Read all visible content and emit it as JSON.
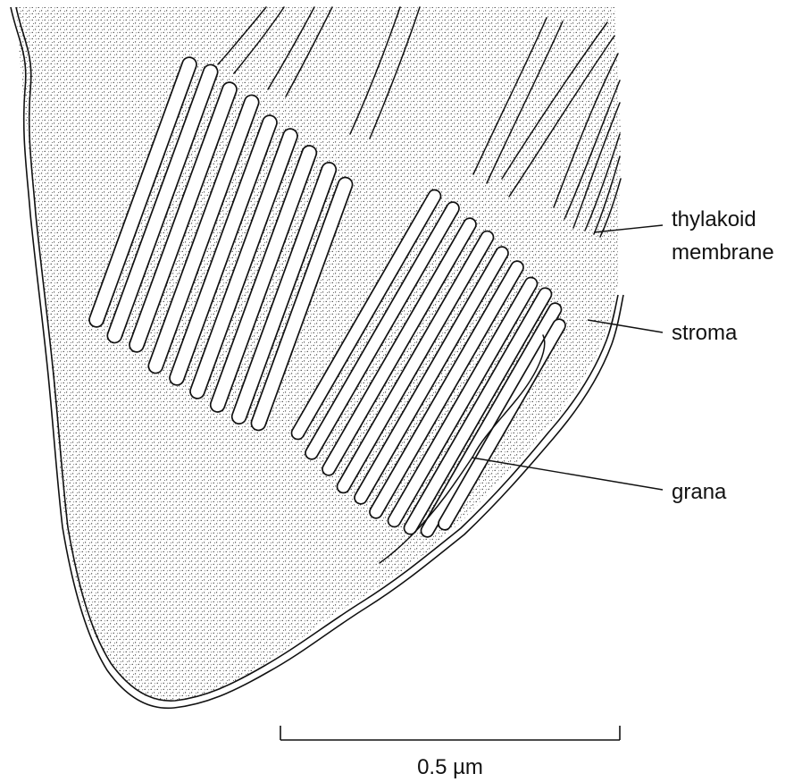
{
  "labels": {
    "thylakoid": [
      "thylakoid",
      "membrane"
    ],
    "stroma": "stroma",
    "grana": "grana"
  },
  "scale_bar": {
    "label": "0.5 µm"
  },
  "colors": {
    "ink": "#111111",
    "paper": "#ffffff",
    "stipple": "#222222"
  }
}
